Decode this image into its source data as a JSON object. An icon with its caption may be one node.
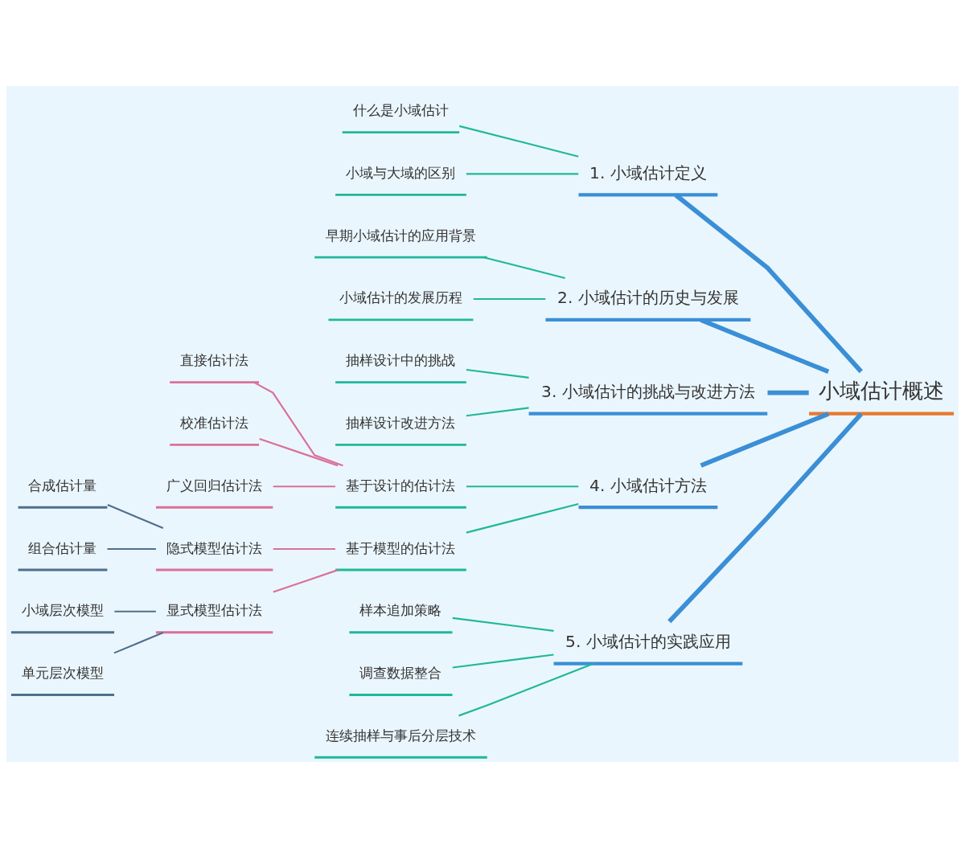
{
  "diagram": {
    "nodes": [
      {
        "text": [
          "小域估计概述"
        ]
      },
      {
        "text": [
          "1. 小域估计定义"
        ]
      },
      {
        "text": [
          "什么是小域估计"
        ]
      },
      {
        "text": [
          "小域与大域的区别"
        ]
      },
      {
        "text": [
          "2. 小域估计的历史与发展"
        ]
      },
      {
        "text": [
          "早期小域估计的应用背景"
        ]
      },
      {
        "text": [
          "小域估计的发展历程"
        ]
      },
      {
        "text": [
          "3. 小域估计的挑战与改进方法"
        ]
      },
      {
        "text": [
          "抽样设计中的挑战"
        ]
      },
      {
        "text": [
          "抽样设计改进方法"
        ]
      },
      {
        "text": [
          "4. 小域估计方法"
        ]
      },
      {
        "text": [
          "基于设计的估计法"
        ]
      },
      {
        "text": [
          "直接估计法"
        ]
      },
      {
        "text": [
          "校准估计法"
        ]
      },
      {
        "text": [
          "广义回归估计法"
        ]
      },
      {
        "text": [
          "基于模型的估计法"
        ]
      },
      {
        "text": [
          "隐式模型估计法"
        ]
      },
      {
        "text": [
          "合成估计量"
        ]
      },
      {
        "text": [
          "组合估计量"
        ]
      },
      {
        "text": [
          "显式模型估计法"
        ]
      },
      {
        "text": [
          "小域层次模型"
        ]
      },
      {
        "text": [
          "单元层次模型"
        ]
      },
      {
        "text": [
          "5. 小域估计的实践应用"
        ]
      },
      {
        "text": [
          "样本追加策略"
        ]
      },
      {
        "text": [
          "调查数据整合"
        ]
      },
      {
        "text": [
          "连续抽样与事后分层技术"
        ]
      }
    ],
    "edges": [
      {
        "from": 0,
        "to": 1,
        "arrow": "none",
        "style": "thick",
        "color": "#3a8fd6"
      },
      {
        "from": 1,
        "to": 2,
        "arrow": "none"
      },
      {
        "from": 1,
        "to": 3,
        "arrow": "none"
      },
      {
        "from": 0,
        "to": 4,
        "arrow": "none",
        "style": "thick",
        "color": "#3a8fd6"
      },
      {
        "from": 4,
        "to": 5,
        "arrow": "none"
      },
      {
        "from": 4,
        "to": 6,
        "arrow": "none"
      },
      {
        "from": 0,
        "to": 7,
        "arrow": "none",
        "style": "thick",
        "color": "#3a8fd6"
      },
      {
        "from": 7,
        "to": 8,
        "arrow": "none"
      },
      {
        "from": 7,
        "to": 9,
        "arrow": "none"
      },
      {
        "from": 0,
        "to": 10,
        "arrow": "none",
        "style": "thick",
        "color": "#3a8fd6"
      },
      {
        "from": 10,
        "to": 11,
        "arrow": "none"
      },
      {
        "from": 11,
        "to": 12,
        "arrow": "none",
        "color": "#d9709a"
      },
      {
        "from": 11,
        "to": 13,
        "arrow": "none",
        "color": "#d9709a"
      },
      {
        "from": 11,
        "to": 14,
        "arrow": "none",
        "color": "#d9709a"
      },
      {
        "from": 10,
        "to": 15,
        "arrow": "none"
      },
      {
        "from": 15,
        "to": 16,
        "arrow": "none",
        "color": "#d9709a"
      },
      {
        "from": 16,
        "to": 17,
        "arrow": "none",
        "color": "#4f6f8f"
      },
      {
        "from": 16,
        "to": 18,
        "arrow": "none",
        "color": "#4f6f8f"
      },
      {
        "from": 15,
        "to": 19,
        "arrow": "none",
        "color": "#d9709a"
      },
      {
        "from": 19,
        "to": 20,
        "arrow": "none",
        "color": "#4f6f8f"
      },
      {
        "from": 19,
        "to": 21,
        "arrow": "none",
        "color": "#4f6f8f"
      },
      {
        "from": 0,
        "to": 22,
        "arrow": "none",
        "style": "thick",
        "color": "#3a8fd6"
      },
      {
        "from": 22,
        "to": 23,
        "arrow": "none"
      },
      {
        "from": 22,
        "to": 24,
        "arrow": "none"
      },
      {
        "from": 22,
        "to": 25,
        "arrow": "none"
      }
    ]
  }
}
